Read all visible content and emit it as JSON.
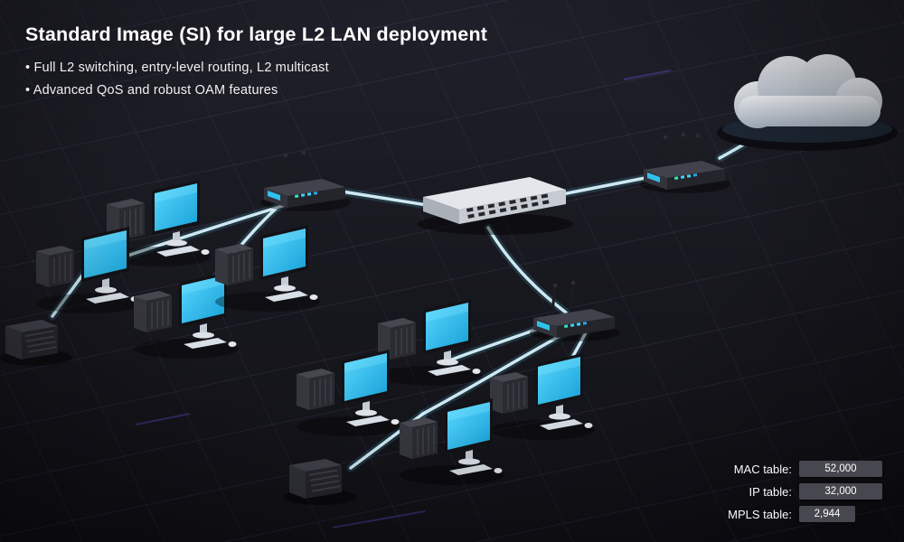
{
  "header": {
    "title": "Standard Image (SI) for large L2 LAN deployment",
    "bullets": [
      "• Full L2 switching, entry-level routing, L2 multicast",
      "• Advanced QoS and robust OAM features"
    ]
  },
  "stats": {
    "rows": [
      {
        "label": "MAC table:",
        "value": "52,000"
      },
      {
        "label": "IP table:",
        "value": "32,000"
      },
      {
        "label": "MPLS table:",
        "value": "2,944"
      }
    ]
  },
  "diagram": {
    "nodes": [
      {
        "id": "internet-cloud",
        "icon": "cloud-icon"
      },
      {
        "id": "edge-router",
        "icon": "router-icon"
      },
      {
        "id": "core-switch",
        "icon": "switch-icon"
      },
      {
        "id": "lan-router-top",
        "icon": "router-icon"
      },
      {
        "id": "lan-router-bottom",
        "icon": "router-icon"
      },
      {
        "id": "nas-left",
        "icon": "nas-icon"
      },
      {
        "id": "nas-bottom",
        "icon": "nas-icon"
      },
      {
        "id": "workstation-group-top",
        "icon": "workstation-icon",
        "count": 4
      },
      {
        "id": "workstation-group-bottom",
        "icon": "workstation-icon",
        "count": 4
      }
    ],
    "links": [
      "internet-cloud - edge-router",
      "edge-router - core-switch",
      "core-switch - lan-router-top",
      "core-switch - lan-router-bottom",
      "lan-router-top - workstation-group-top",
      "lan-router-top - nas-left",
      "lan-router-bottom - workstation-group-bottom",
      "lan-router-bottom - nas-bottom"
    ]
  },
  "colors": {
    "background": "#191921",
    "grid_line": "#8282cd",
    "screen_cyan": "#3ac3ef",
    "cable": "#d8f2fb",
    "text": "#ffffff",
    "stat_box": "#47474f"
  }
}
